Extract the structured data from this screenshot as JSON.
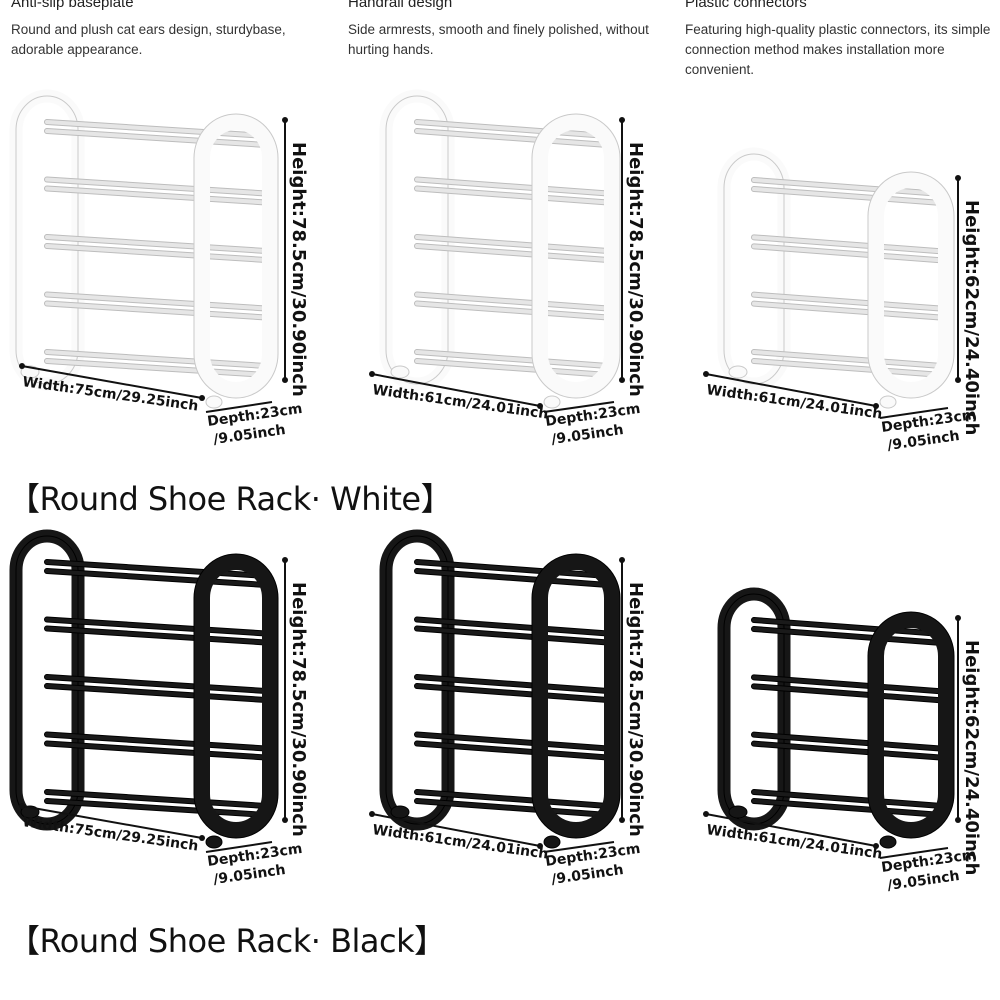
{
  "features": [
    {
      "title": "Anti-slip baseplate",
      "desc": "Round and plush cat ears design, sturdybase, adorable appearance."
    },
    {
      "title": "Handrail design",
      "desc": "Side armrests, smooth and finely polished, without hurting hands."
    },
    {
      "title": "Plastic connectors",
      "desc": "Featuring high-quality plastic connectors, its simple connection method makes installation more convenient."
    }
  ],
  "sections": [
    {
      "title": "【Round Shoe Rack· White】",
      "color": "#ffffff",
      "racks": [
        {
          "width": "Width:75cm/29.25inch",
          "height": "Height:78.5cm/30.90inch",
          "depth1": "Depth:23cm",
          "depth2": "/9.05inch",
          "tiers": 5
        },
        {
          "width": "Width:61cm/24.01inch",
          "height": "Height:78.5cm/30.90inch",
          "depth1": "Depth:23cm",
          "depth2": "/9.05inch",
          "tiers": 5
        },
        {
          "width": "Width:61cm/24.01inch",
          "height": "Height:62cm/24.40inch",
          "depth1": "Depth:23cm",
          "depth2": "/9.05inch",
          "tiers": 4
        }
      ]
    },
    {
      "title": "【Round Shoe Rack· Black】",
      "color": "#111111",
      "racks": [
        {
          "width": "Width:75cm/29.25inch",
          "height": "Height:78.5cm/30.90inch",
          "depth1": "Depth:23cm",
          "depth2": "/9.05inch",
          "tiers": 5
        },
        {
          "width": "Width:61cm/24.01inch",
          "height": "Height:78.5cm/30.90inch",
          "depth1": "Depth:23cm",
          "depth2": "/9.05inch",
          "tiers": 5
        },
        {
          "width": "Width:61cm/24.01inch",
          "height": "Height:62cm/24.40inch",
          "depth1": "Depth:23cm",
          "depth2": "/9.05inch",
          "tiers": 4
        }
      ]
    }
  ]
}
